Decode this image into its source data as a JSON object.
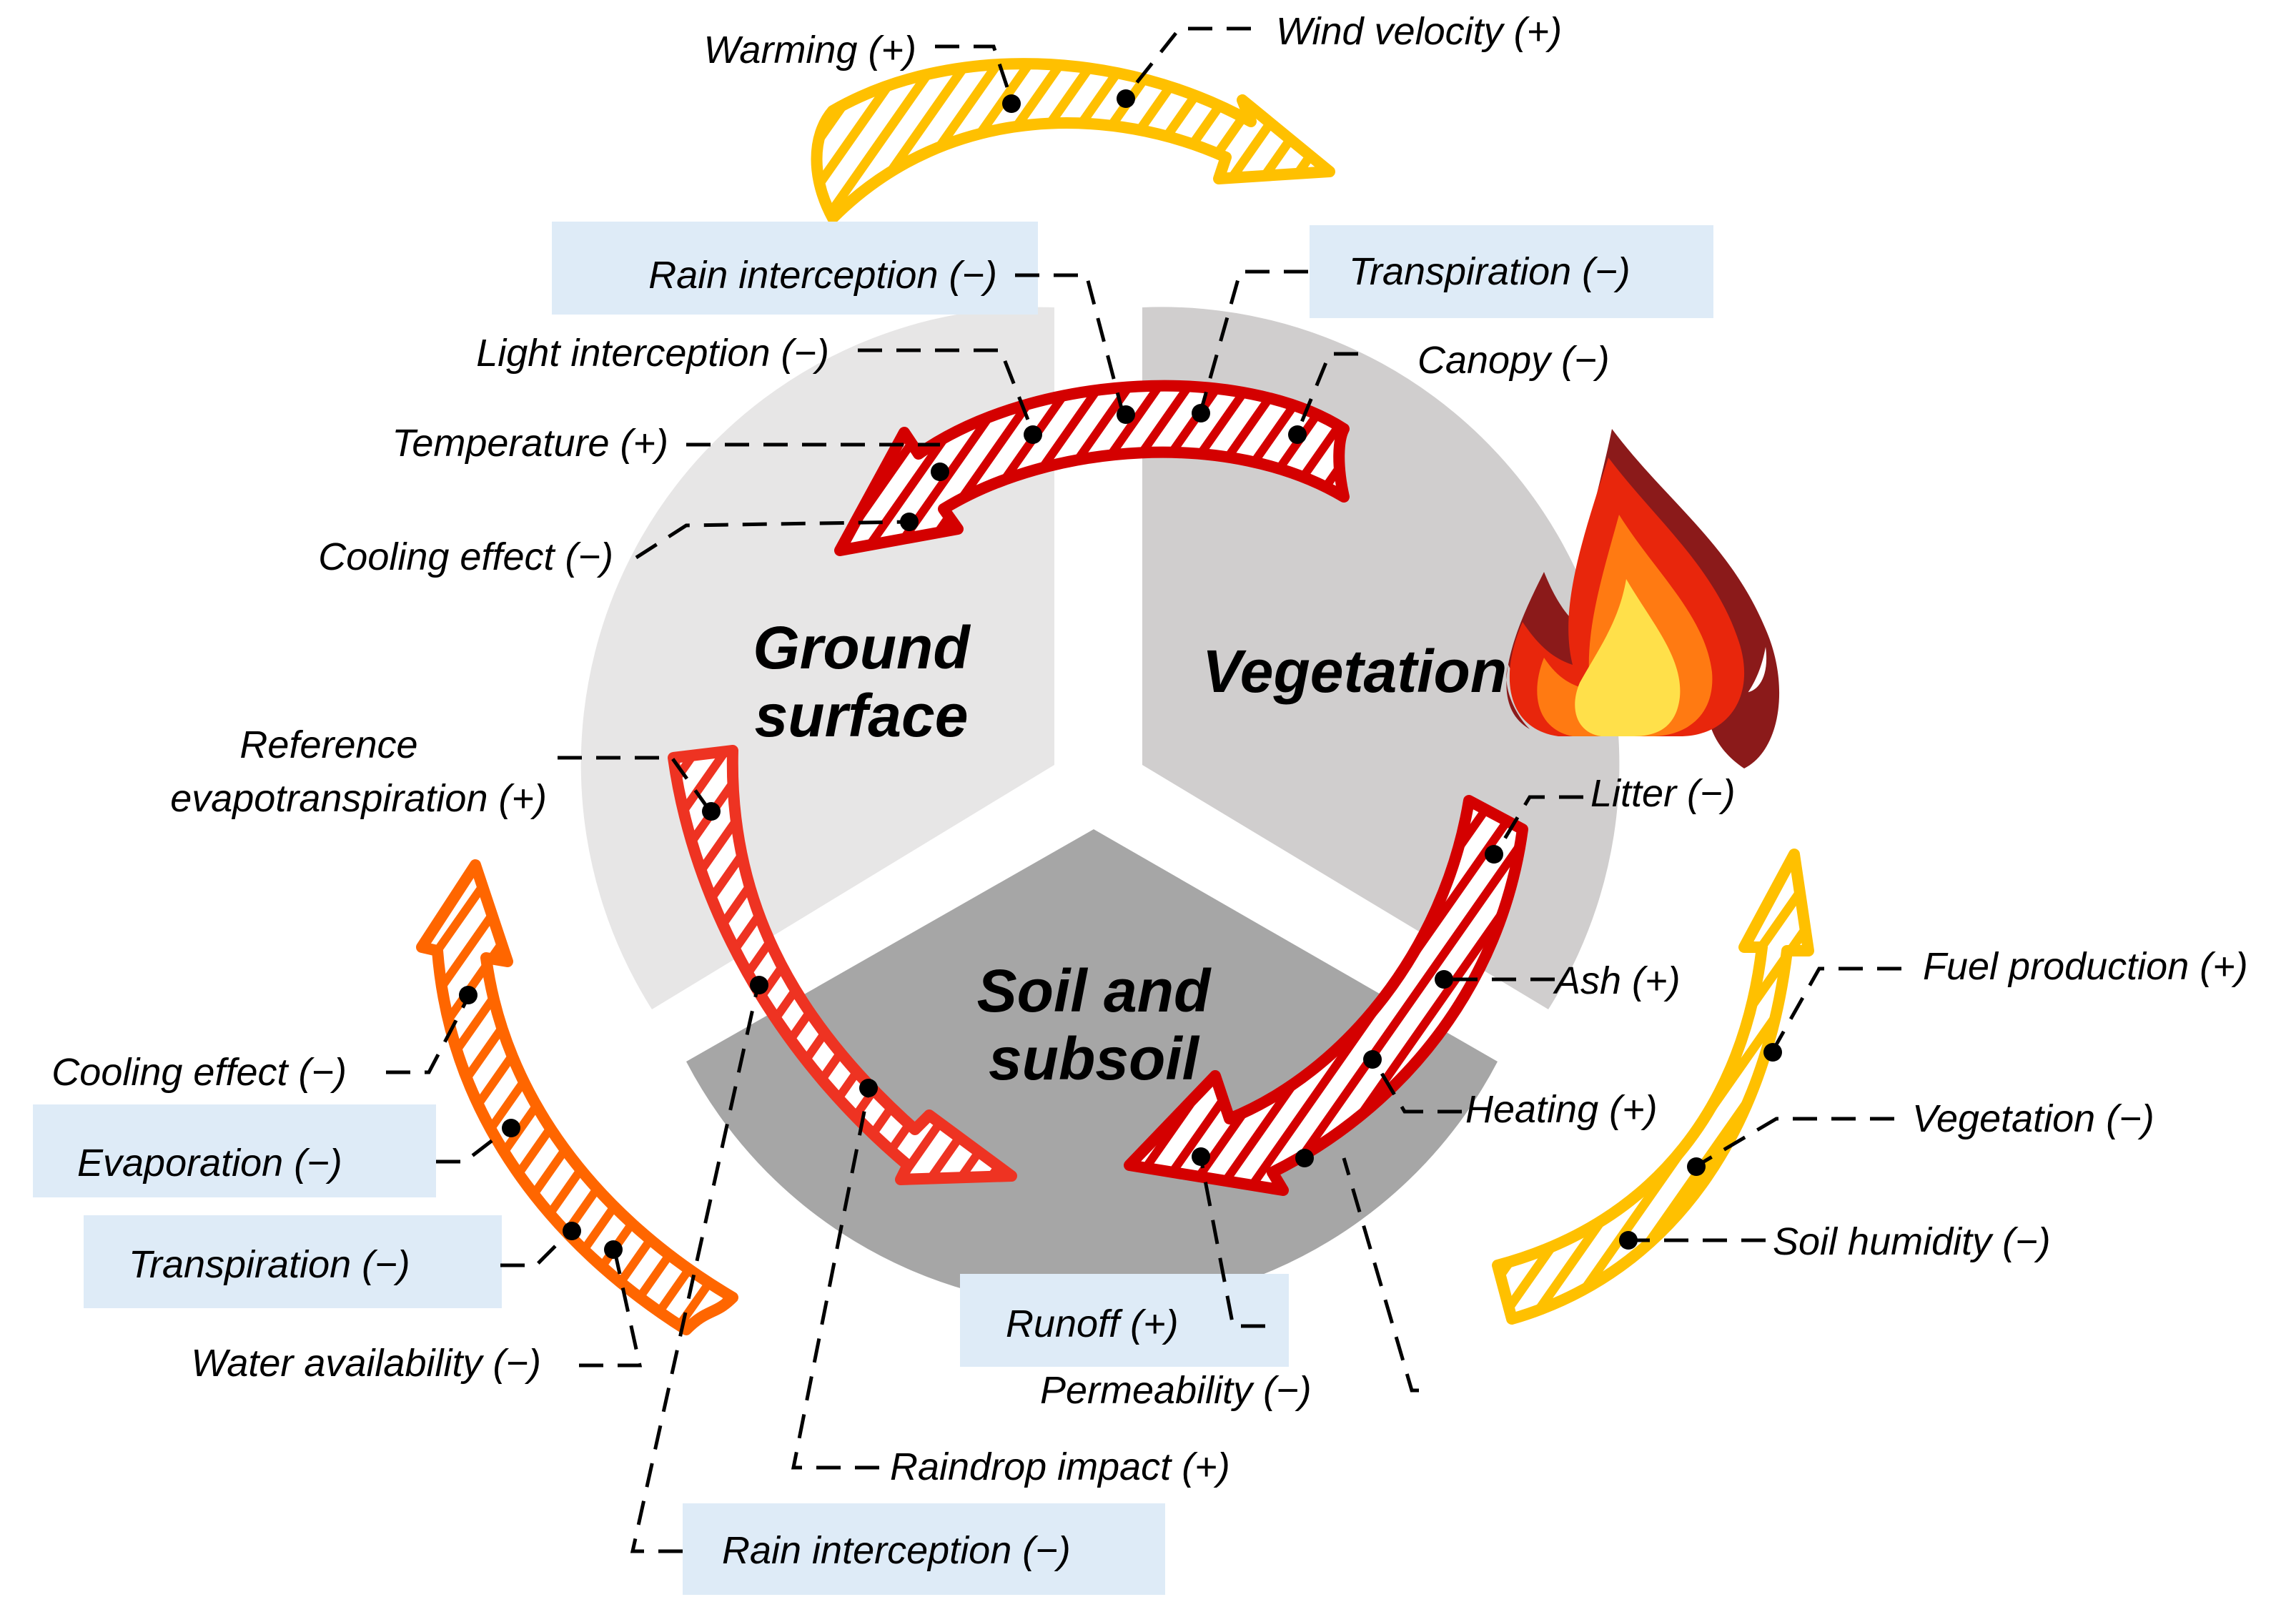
{
  "colors": {
    "sector_ground": "#e7e6e6",
    "sector_vegetation": "#d0cece",
    "sector_soil": "#a6a6a6",
    "arrow_yellow": "#ffc000",
    "arrow_red": "#d40000",
    "arrow_orange_red": "#ee3322",
    "arrow_orange": "#ff6600",
    "highlight_box": "#deebf7"
  },
  "sectors": {
    "ground_line1": "Ground",
    "ground_line2": "surface",
    "vegetation": "Vegetation",
    "soil_line1": "Soil and",
    "soil_line2": "subsoil"
  },
  "icon": "fire-icon",
  "labels": {
    "warming": "Warming (+)",
    "wind_velocity": "Wind velocity (+)",
    "rain_interception_top": "Rain interception (−)",
    "transpiration_top": "Transpiration (−)",
    "light_interception": "Light interception (−)",
    "canopy": "Canopy (−)",
    "temperature": "Temperature (+)",
    "cooling_effect_top": "Cooling effect (−)",
    "reference_line1": "Reference",
    "reference_line2": "evapotranspiration (+)",
    "litter": "Litter (−)",
    "ash": "Ash (+)",
    "fuel_production": "Fuel production (+)",
    "heating": "Heating (+)",
    "vegetation_effect": "Vegetation (−)",
    "soil_humidity": "Soil humidity (−)",
    "cooling_effect_left": "Cooling effect (−)",
    "evaporation": "Evaporation (−)",
    "transpiration_left": "Transpiration (−)",
    "water_availability": "Water availability (−)",
    "runoff": "Runoff (+)",
    "permeability": "Permeability (−)",
    "raindrop_impact": "Raindrop impact (+)",
    "rain_interception_bottom": "Rain interception (−)"
  }
}
